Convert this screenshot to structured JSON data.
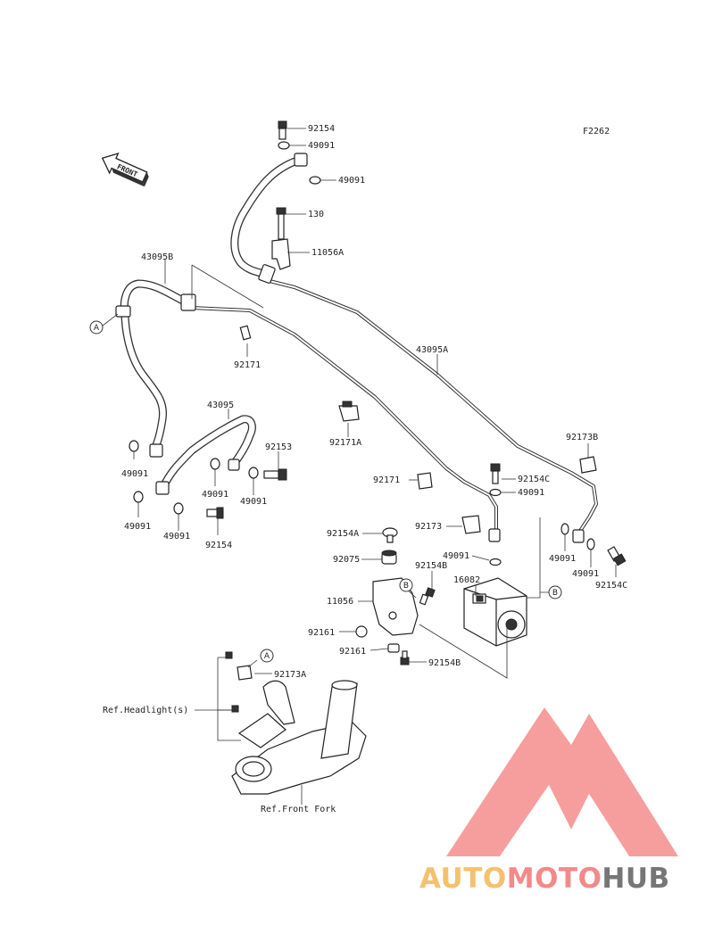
{
  "diagram": {
    "code": "F2262",
    "front_arrow_text": "FRONT",
    "callouts": {
      "p92154_top": "92154",
      "p49091_top": "49091",
      "p49091_top2": "49091",
      "p130": "130",
      "p11056A": "11056A",
      "p43095B": "43095B",
      "p43095A": "43095A",
      "p92171": "92171",
      "p92171A": "92171A",
      "p43095": "43095",
      "p92153": "92153",
      "p49091_l1": "49091",
      "p49091_l2": "49091",
      "p49091_l3": "49091",
      "p49091_l4": "49091",
      "p49091_l5": "49091",
      "p92154_l": "92154",
      "p92171_b": "92171",
      "p92173": "92173",
      "p92154C_1": "92154C",
      "p49091_r1": "49091",
      "p92173B": "92173B",
      "p49091_r2": "49091",
      "p49091_r3": "49091",
      "p92154C_2": "92154C",
      "p49091_m": "49091",
      "p92154A": "92154A",
      "p92075": "92075",
      "p92154B_1": "92154B",
      "p16082": "16082",
      "p11056": "11056",
      "p92161_1": "92161",
      "p92161_2": "92161",
      "p92154B_2": "92154B",
      "p92173A": "92173A",
      "ref_headlight": "Ref.Headlight(s)",
      "ref_front_fork": "Ref.Front Fork"
    },
    "markers": {
      "a_left": "A",
      "a_bottom": "A",
      "b_left": "B",
      "b_right": "B"
    }
  },
  "watermark": {
    "brand_part1": "AUTO",
    "brand_part2": "MOTO",
    "brand_part3": "HUB",
    "colors": {
      "part1": "#f3b24a",
      "part2": "#ef6e6e",
      "part3": "#555555",
      "logo": "#ef4f4f"
    }
  }
}
